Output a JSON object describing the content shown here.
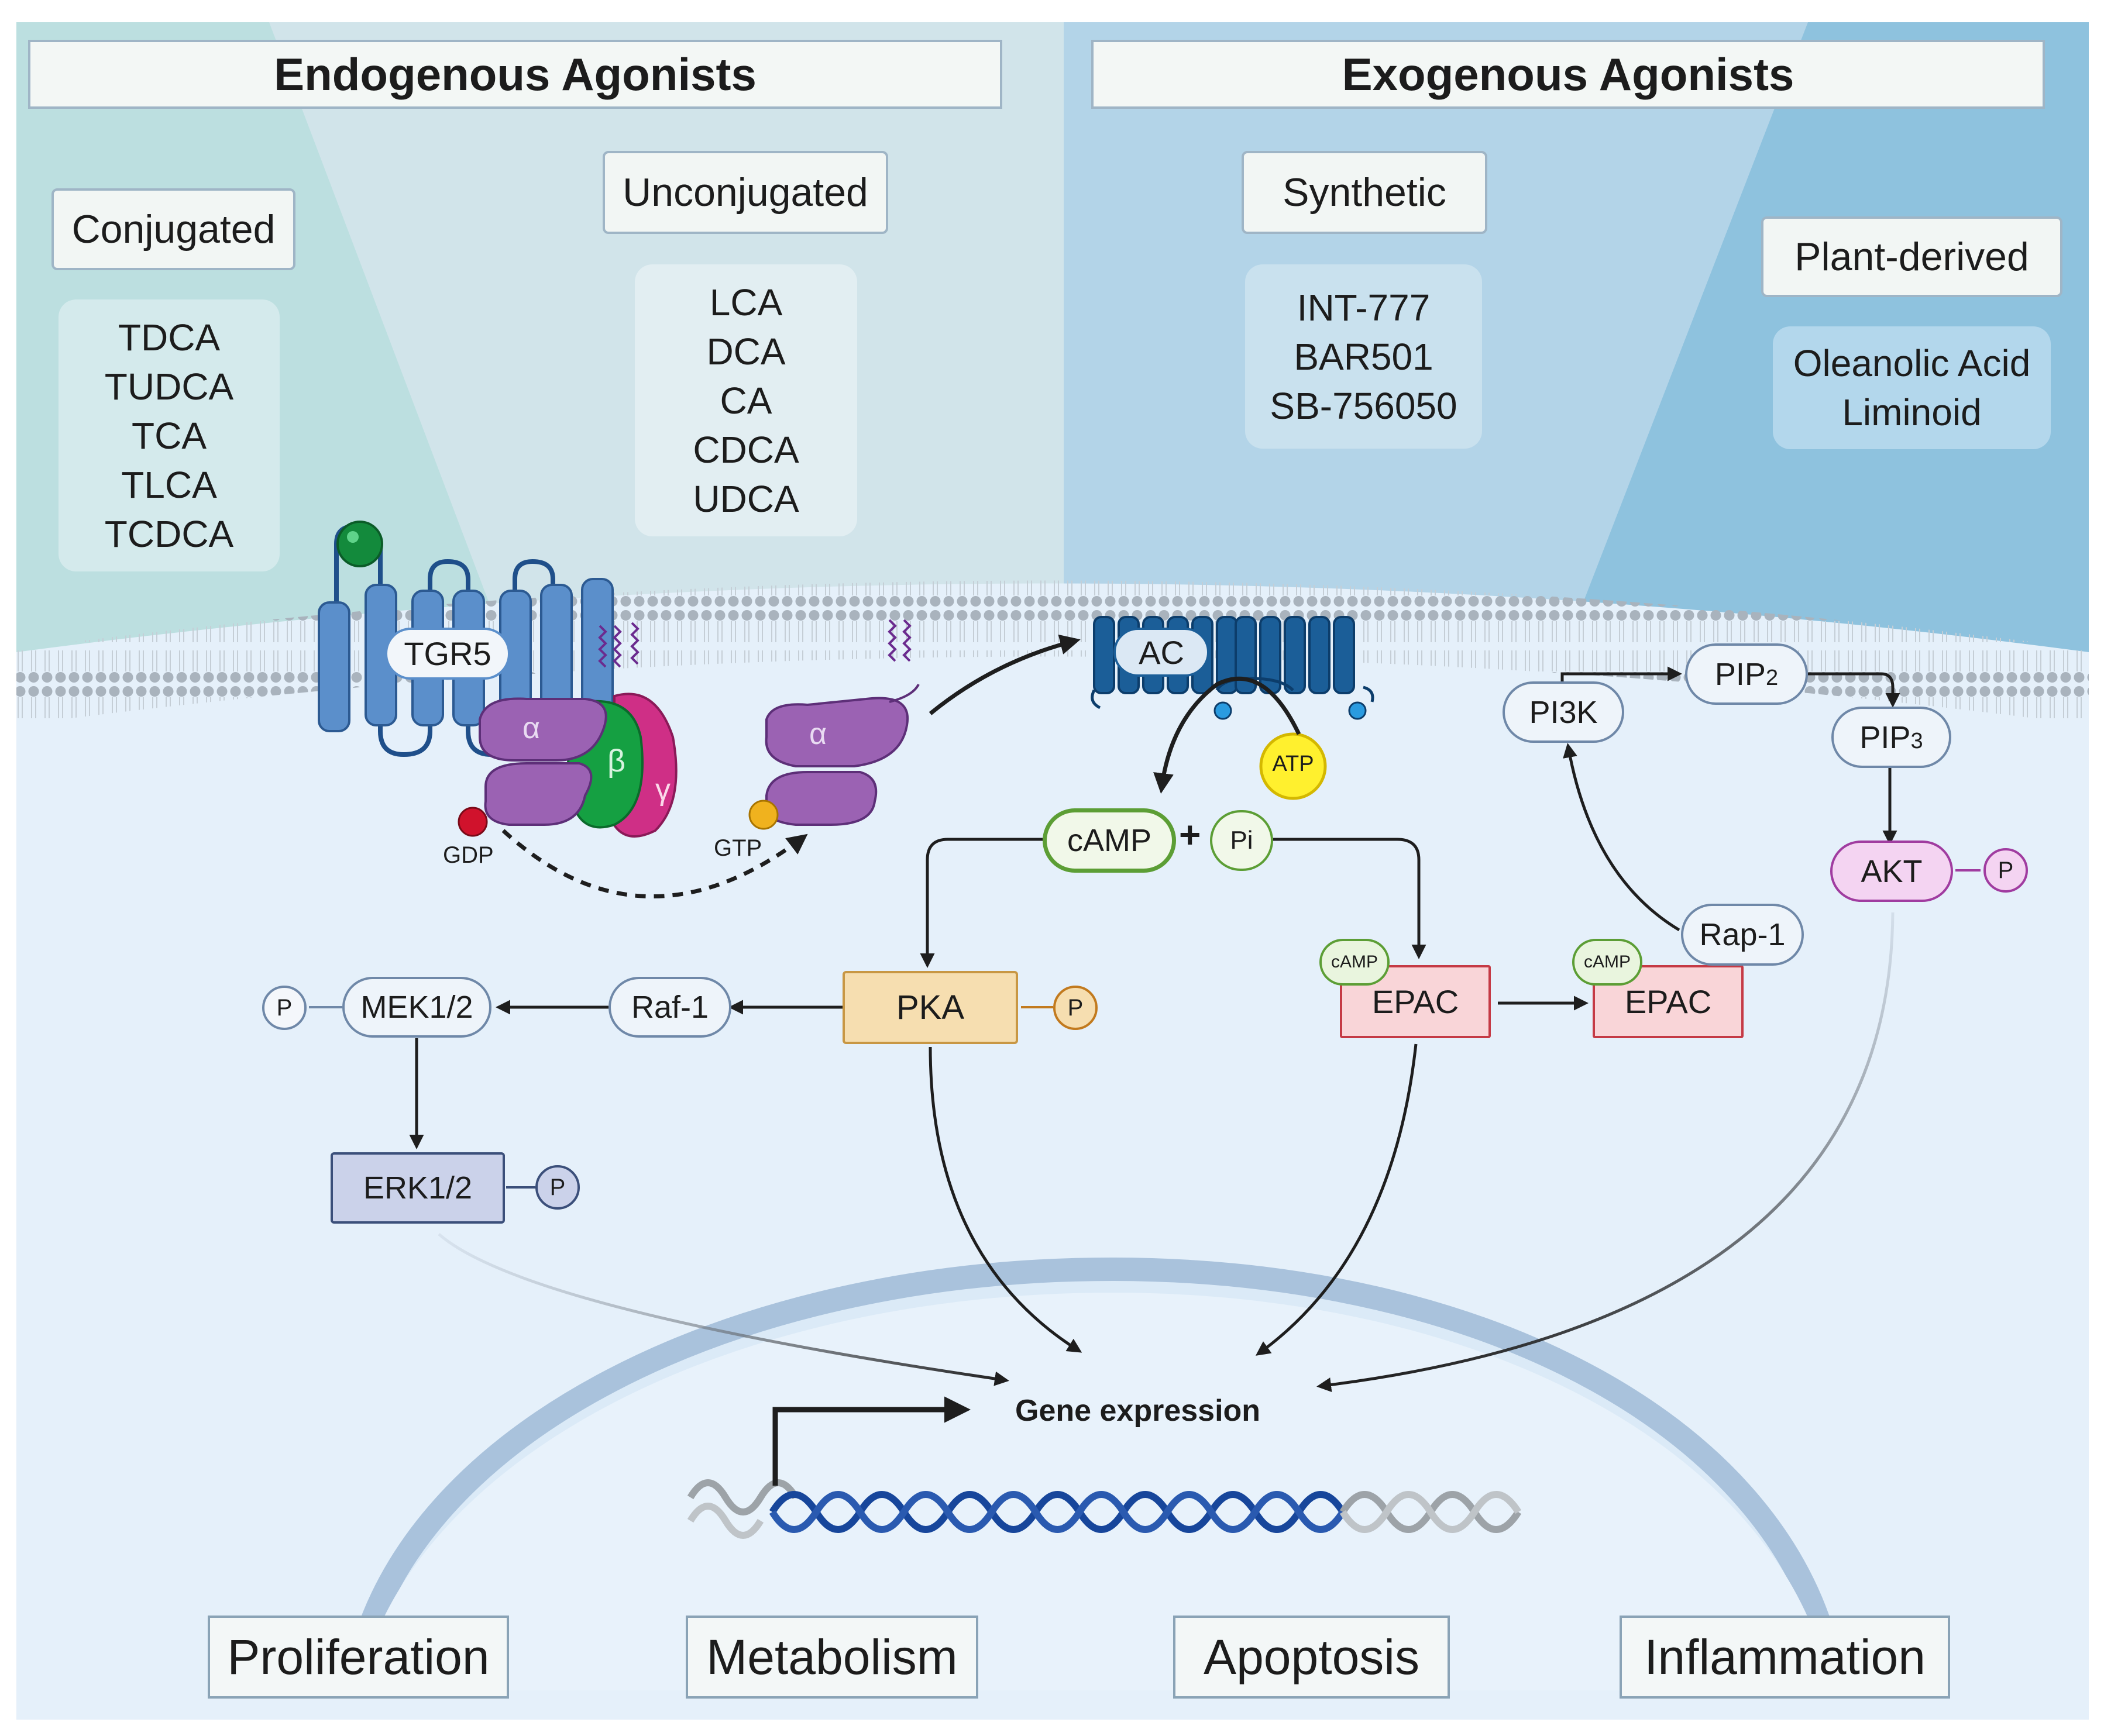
{
  "headers": {
    "endogenous": "Endogenous Agonists",
    "exogenous": "Exogenous Agonists"
  },
  "categories": {
    "conjugated": {
      "label": "Conjugated",
      "items": [
        "TDCA",
        "TUDCA",
        "TCA",
        "TLCA",
        "TCDCA"
      ]
    },
    "unconjugated": {
      "label": "Unconjugated",
      "items": [
        "LCA",
        "DCA",
        "CA",
        "CDCA",
        "UDCA"
      ]
    },
    "synthetic": {
      "label": "Synthetic",
      "items": [
        "INT-777",
        "BAR501",
        "SB-756050"
      ]
    },
    "plant": {
      "label": "Plant-derived",
      "items": [
        "Oleanolic Acid",
        "Liminoid"
      ]
    }
  },
  "membrane": {
    "receptor": "TGR5",
    "alpha": "α",
    "beta": "β",
    "gamma": "γ",
    "gdp": "GDP",
    "gtp": "GTP",
    "ac": "AC",
    "atp": "ATP"
  },
  "nodes": {
    "camp": "cAMP",
    "plus": "+",
    "pi": "Pi",
    "pka": "PKA",
    "p": "P",
    "raf1": "Raf-1",
    "mek": "MEK1/2",
    "erk": "ERK1/2",
    "epac": "EPAC",
    "camp_small": "cAMP",
    "rap1": "Rap-1",
    "pi3k": "PI3K",
    "pip2_base": "PIP",
    "pip2_sub": "2",
    "pip3_base": "PIP",
    "pip3_sub": "3",
    "akt": "AKT"
  },
  "nucleus": {
    "gene_expression": "Gene expression"
  },
  "outcomes": [
    "Proliferation",
    "Metabolism",
    "Apoptosis",
    "Inflammation"
  ],
  "colors": {
    "cytoplasm": "#e5f0fa",
    "endogenous_bg": "#bcdfe0",
    "exogenous_bg": "#b3d4e8",
    "plant_bg": "#8ec2de",
    "receptor": "#5b8fcb",
    "g_alpha": "#9b62b3",
    "g_beta": "#15a042",
    "g_gamma": "#cf2f86",
    "adenylyl_cyclase": "#1b5e98",
    "camp": "#5c9e35",
    "pka": "#f6deb0",
    "epac": "#f9d5d8",
    "akt": "#f4d4f2",
    "erk": "#cbd2ea",
    "dna": "#17469b"
  }
}
